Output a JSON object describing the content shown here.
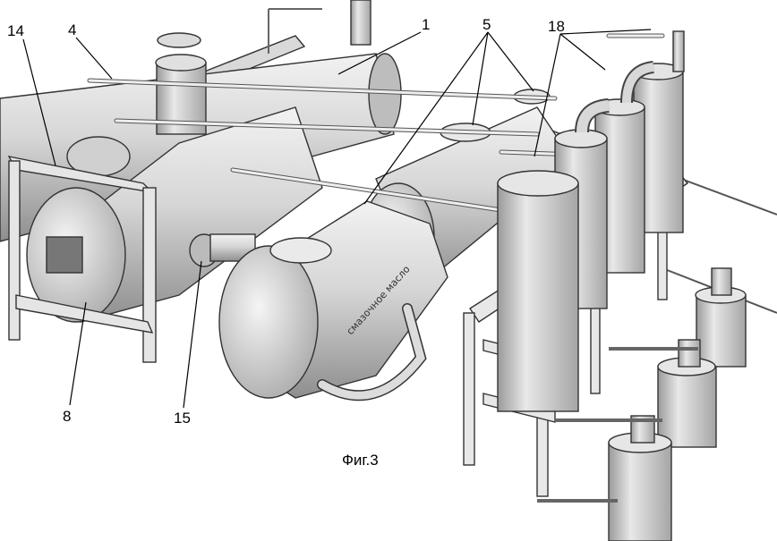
{
  "figure": {
    "caption": "Фиг.3",
    "tank_inscription": "смазочное масло"
  },
  "labels": [
    {
      "id": "14",
      "text": "14"
    },
    {
      "id": "4",
      "text": "4"
    },
    {
      "id": "1",
      "text": "1"
    },
    {
      "id": "5",
      "text": "5"
    },
    {
      "id": "18",
      "text": "18"
    },
    {
      "id": "8",
      "text": "8"
    },
    {
      "id": "15",
      "text": "15"
    }
  ],
  "colors": {
    "metal_light": "#e6e6e6",
    "metal_mid": "#c8c8c8",
    "metal_dark": "#9a9a9a",
    "outline": "#333333"
  }
}
